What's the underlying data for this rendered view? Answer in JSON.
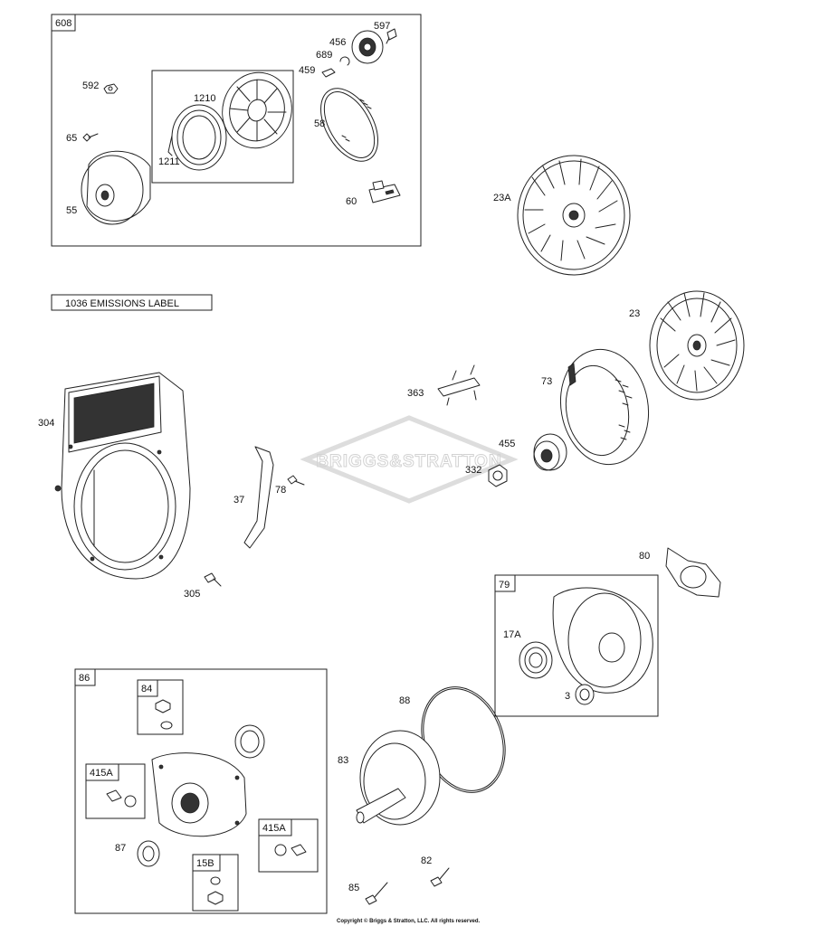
{
  "diagram": {
    "group_boxes": [
      {
        "label": "608"
      },
      {
        "label": "86"
      },
      {
        "label": "79"
      },
      {
        "label": "84"
      },
      {
        "label": "415A"
      },
      {
        "label": "415A"
      },
      {
        "label": "15B"
      }
    ],
    "emissions_label": "1036 EMISSIONS LABEL",
    "part_numbers": [
      "597",
      "456",
      "689",
      "459",
      "592",
      "1210",
      "58",
      "65",
      "1211",
      "55",
      "60",
      "23A",
      "23",
      "363",
      "73",
      "304",
      "455",
      "332",
      "37",
      "78",
      "305",
      "80",
      "17A",
      "3",
      "88",
      "83",
      "87",
      "82",
      "85"
    ],
    "watermark": "BRIGGS&STRATTON",
    "copyright": "Copyright © Briggs & Stratton, LLC. All rights reserved."
  }
}
